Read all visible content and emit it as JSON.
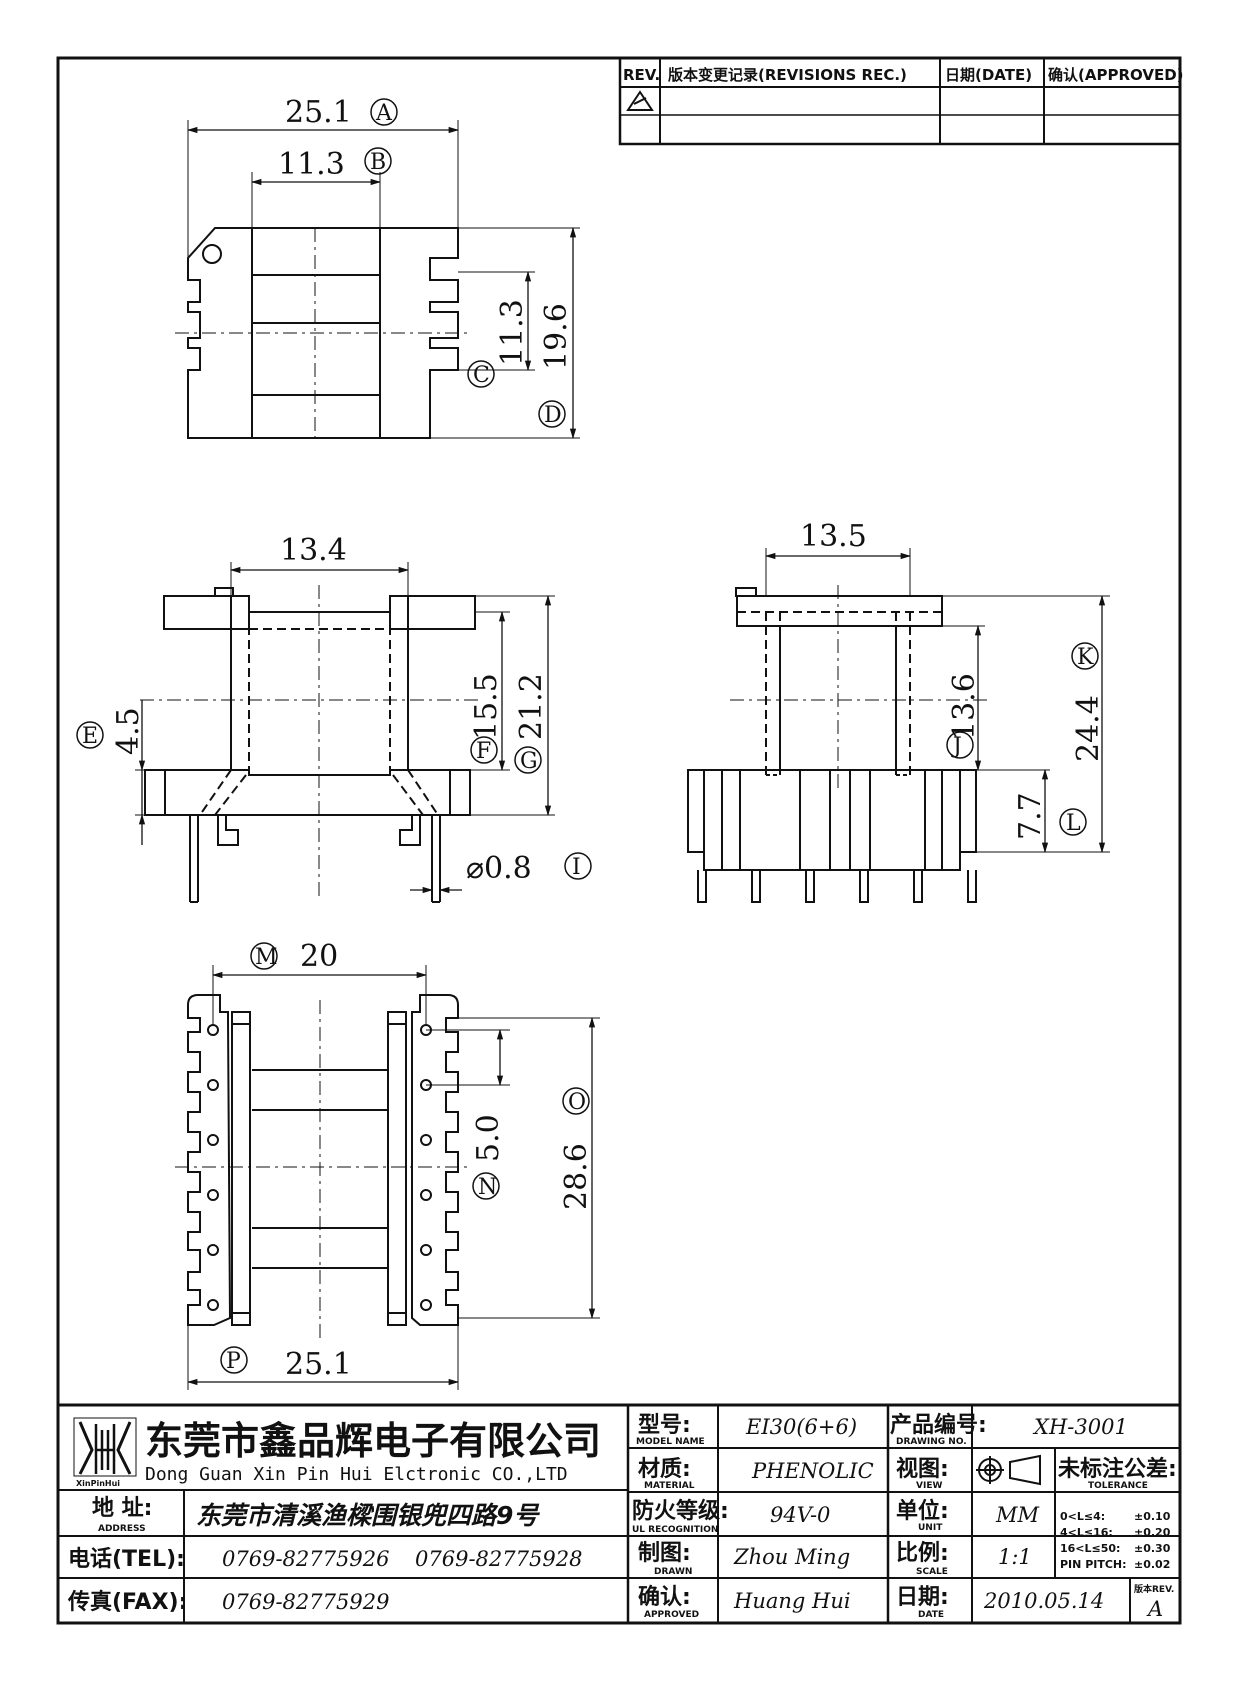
{
  "revision_table": {
    "col_rev": "REV.",
    "col_record": "版本变更记录(REVISIONS REC.)",
    "col_date": "日期(DATE)",
    "col_approved": "确认(APPROVED)"
  },
  "dimensions": {
    "top_width": "25.1",
    "top_width_tag": "A",
    "top_inner": "11.3",
    "top_inner_tag": "B",
    "top_slot": "11.3",
    "top_slot_tag": "C",
    "top_height": "19.6",
    "top_height_tag": "D",
    "front_width": "13.4",
    "front_flange": "4.5",
    "front_flange_tag": "E",
    "front_inner": "15.5",
    "front_inner_tag": "F",
    "front_height": "21.2",
    "front_height_tag": "G",
    "pin_dia": "⌀0.8",
    "pin_dia_tag": "I",
    "side_width": "13.5",
    "side_inner": "13.6",
    "side_inner_tag": "J",
    "side_height": "24.4",
    "side_height_tag": "K",
    "side_base": "7.7",
    "side_base_tag": "L",
    "bottom_pitch_tag": "M",
    "bottom_pitch": "20",
    "bottom_pin_pitch": "5.0",
    "bottom_pin_pitch_tag": "N",
    "bottom_height": "28.6",
    "bottom_height_tag": "O",
    "bottom_width_tag": "P",
    "bottom_width": "25.1"
  },
  "title_block": {
    "company_cn": "东莞市鑫品辉电子有限公司",
    "company_en": "Dong Guan Xin Pin Hui Elctronic CO.,LTD",
    "logo_text": "XinPinHui",
    "address_label": "地 址:",
    "address_label_en": "ADDRESS",
    "address": "东莞市清溪渔樑围银兜四路9号",
    "tel_label": "电话(TEL):",
    "tel1": "0769-82775926",
    "tel2": "0769-82775928",
    "fax_label": "传真(FAX):",
    "fax": "0769-82775929",
    "model_label": "型号:",
    "model_label_en": "MODEL NAME",
    "model": "EI30(6+6)",
    "material_label": "材质:",
    "material_label_en": "MATERIAL",
    "material": "PHENOLIC",
    "ul_label": "防火等级:",
    "ul_label_en": "UL RECOGNITION",
    "ul": "94V-0",
    "drawn_label": "制图:",
    "drawn_label_en": "DRAWN",
    "drawn": "Zhou Ming",
    "approved_label": "确认:",
    "approved_label_en": "APPROVED",
    "approved": "Huang Hui",
    "drawing_no_label": "产品编号:",
    "drawing_no_label_en": "DRAWING NO.",
    "drawing_no": "XH-3001",
    "view_label": "视图:",
    "view_label_en": "VIEW",
    "unit_label": "单位:",
    "unit_label_en": "UNIT",
    "unit": "MM",
    "scale_label": "比例:",
    "scale_label_en": "SCALE",
    "scale": "1:1",
    "date_label": "日期:",
    "date_label_en": "DATE",
    "date": "2010.05.14",
    "tolerance_label": "未标注公差:",
    "tolerance_label_en": "TOLERANCE",
    "tol_r1": "0<L≤4:",
    "tol_v1": "±0.10",
    "tol_r2": "4<L≤16:",
    "tol_v2": "±0.20",
    "tol_r3": "16<L≤50:",
    "tol_v3": "±0.30",
    "tol_r4": "PIN PITCH:",
    "tol_v4": "±0.02",
    "rev_label": "版本REV.",
    "rev": "A"
  }
}
